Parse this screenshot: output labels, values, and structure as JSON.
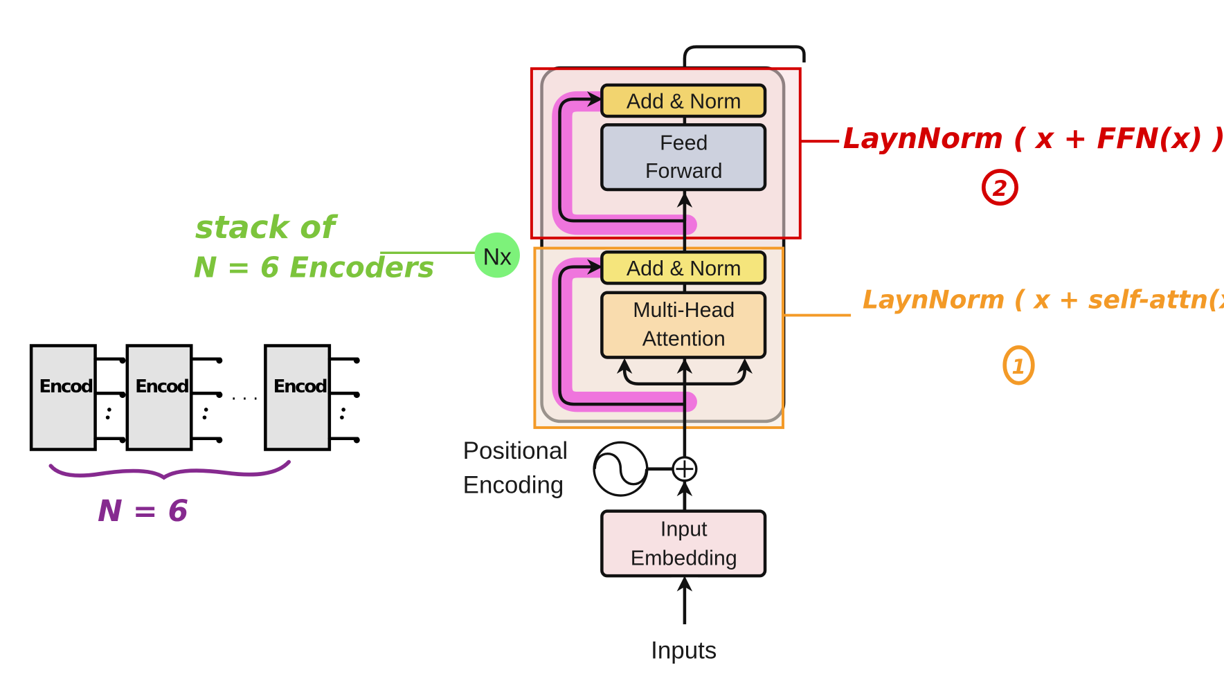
{
  "diagram": {
    "title": "Transformer Encoder Block (annotated)",
    "encoder_block": {
      "repeat_label": "Nx",
      "sublayer_2": {
        "add_norm_label": "Add & Norm",
        "block_label_line1": "Feed",
        "block_label_line2": "Forward",
        "annotation": "LaynNorm ( x + FFN(x) )",
        "annotation_number": "2",
        "highlight_color": "#d40000"
      },
      "sublayer_1": {
        "add_norm_label": "Add & Norm",
        "block_label_line1": "Multi-Head",
        "block_label_line2": "Attention",
        "annotation": "LaynNorm ( x + self-attn(x) )",
        "annotation_number": "1",
        "highlight_color": "#f39a27"
      }
    },
    "positional_encoding": {
      "label_line1": "Positional",
      "label_line2": "Encoding",
      "add_symbol": "+"
    },
    "input_embedding": {
      "label_line1": "Input",
      "label_line2": "Embedding"
    },
    "inputs_label": "Inputs",
    "stack_note": {
      "line1": "stack of",
      "line2": "N = 6 Encoders",
      "color": "#7cc43c"
    },
    "encoder_stack": {
      "block_labels": [
        "Encod",
        "Encod",
        "Encod"
      ],
      "ellipsis": ". . .",
      "brace_label": "N = 6",
      "brace_color": "#862a8f"
    },
    "colors": {
      "add_norm": "#f2d46f",
      "feed_forward": "#cdd1de",
      "attention": "#f9dcae",
      "embedding": "#f7e1e3",
      "residual_highlight": "#ee6fdc",
      "nx_badge": "#7df27a"
    }
  }
}
